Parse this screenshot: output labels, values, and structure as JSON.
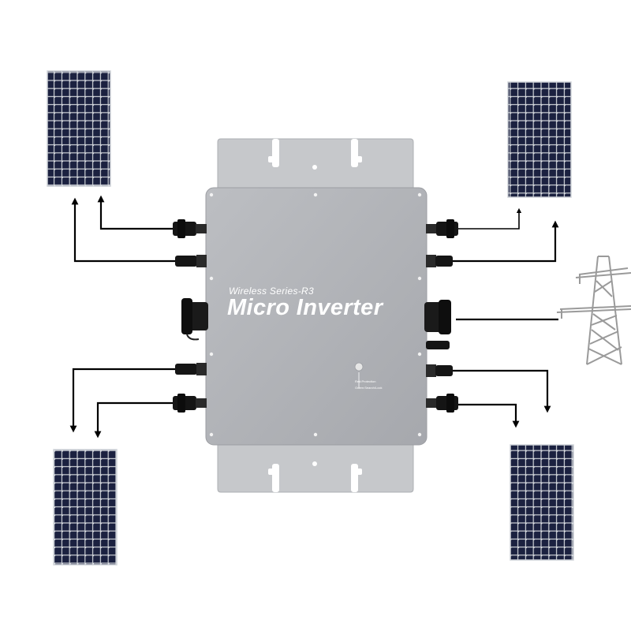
{
  "inverter": {
    "series": "Wireless Series-R3",
    "title": "Micro Inverter",
    "led_red": "Red:Protection",
    "led_green": "Green:Search/Lock"
  },
  "colors": {
    "inverter_body": "#b2b4b8",
    "bracket": "#c6c8cb",
    "panel_cell": "#1b2140",
    "panel_frame": "#cfd3d8",
    "wire": "#000000",
    "connector": "#111111",
    "tower": "#9a9a9a"
  },
  "components": {
    "solar_panels": 4,
    "grid_tower_icon": "transmission-tower-icon"
  }
}
